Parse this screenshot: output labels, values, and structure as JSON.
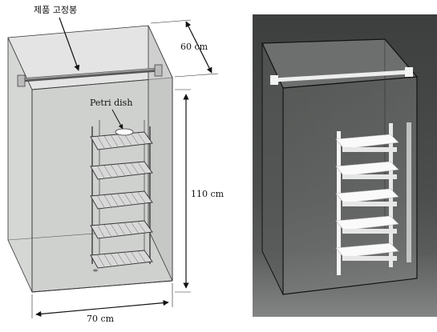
{
  "labels": {
    "fixing_rod": "제품 고정봉",
    "petri_dish": "Petri dish",
    "depth": "60 cm",
    "height": "110 cm",
    "width": "70 cm"
  },
  "colors": {
    "chamber_fill": "#c9cbc9",
    "line": "#222222",
    "render_bg": "#4a4c4b"
  },
  "rack": {
    "shelf_count": 5
  }
}
